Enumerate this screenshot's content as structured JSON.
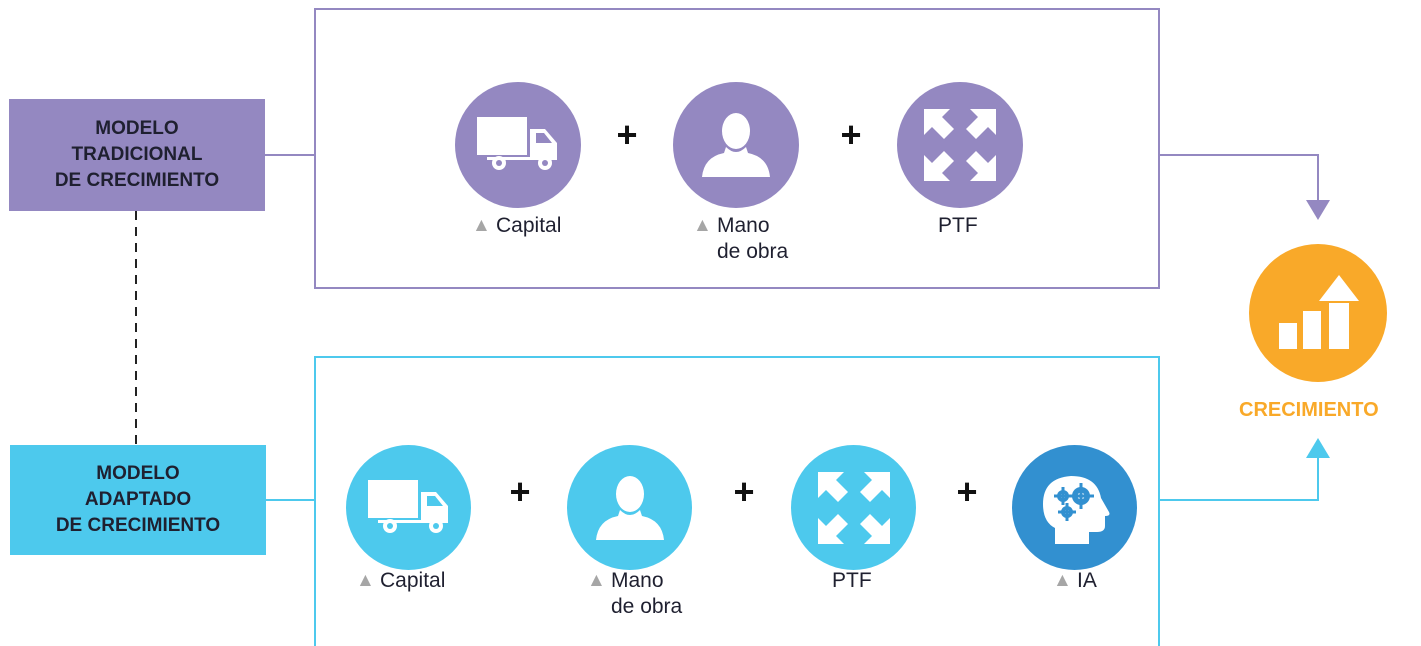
{
  "models": {
    "traditional": {
      "label_lines": [
        "MODELO",
        "TRADICIONAL",
        "DE CRECIMIENTO"
      ],
      "color": "#9488c1",
      "factors": [
        {
          "lines": [
            "Capital"
          ],
          "increase_marker": true
        },
        {
          "lines": [
            "Mano",
            "de obra"
          ],
          "increase_marker": true
        },
        {
          "lines": [
            "PTF"
          ],
          "increase_marker": false
        }
      ],
      "operator": "+"
    },
    "adapted": {
      "label_lines": [
        "MODELO",
        "ADAPTADO",
        "DE CRECIMIENTO"
      ],
      "color": "#4dc9ed",
      "factors": [
        {
          "lines": [
            "Capital"
          ],
          "increase_marker": true
        },
        {
          "lines": [
            "Mano",
            "de obra"
          ],
          "increase_marker": true
        },
        {
          "lines": [
            "PTF"
          ],
          "increase_marker": false
        },
        {
          "lines": [
            "IA"
          ],
          "increase_marker": true
        }
      ],
      "operator": "+"
    }
  },
  "result": {
    "label": "CRECIMIENTO",
    "color": "#f9a929"
  },
  "marker_glyph": "▲",
  "icons": [
    "truck-icon",
    "person-icon",
    "expand-arrows-icon",
    "head-gears-icon",
    "growth-chart-icon"
  ]
}
